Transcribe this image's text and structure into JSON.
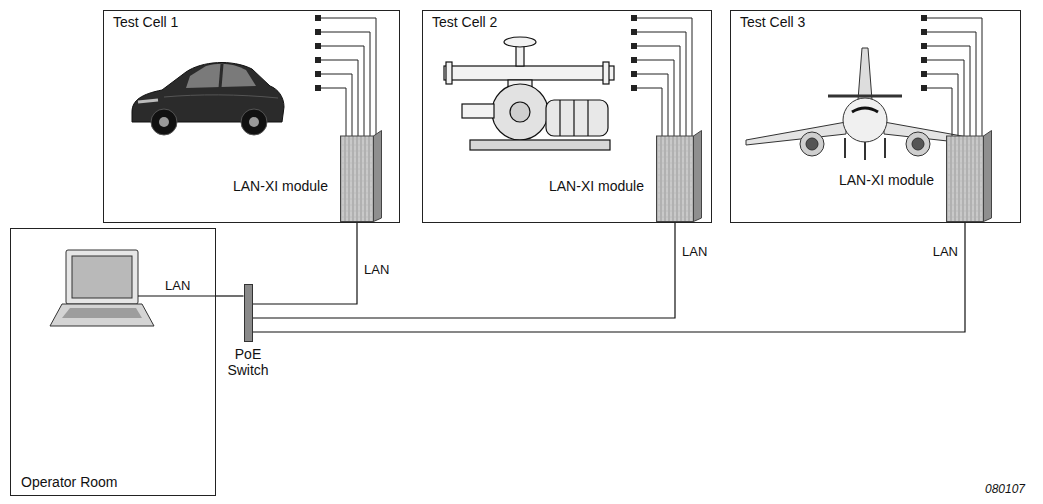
{
  "diagram": {
    "nodes": [
      {
        "text": [
          "Test Cell 1"
        ]
      },
      {
        "text": [
          "LAN-XI module"
        ],
        "in": 0
      },
      {
        "text": [
          "Test Cell 2"
        ]
      },
      {
        "text": [
          "LAN-XI module"
        ],
        "in": 2
      },
      {
        "text": [
          "Test Cell 3"
        ]
      },
      {
        "text": [
          "LAN-XI module"
        ],
        "in": 4
      },
      {
        "text": [
          "Operator Room"
        ]
      },
      {
        "text": [
          "PoE Switch"
        ]
      }
    ],
    "edges": [
      {
        "from": 1,
        "to": 7,
        "label": "LAN",
        "arrow": "none"
      },
      {
        "from": 3,
        "to": 7,
        "label": "LAN",
        "arrow": "none"
      },
      {
        "from": 5,
        "to": 7,
        "label": "LAN",
        "arrow": "none"
      },
      {
        "from": 6,
        "to": 7,
        "label": "LAN",
        "arrow": "none"
      }
    ],
    "labels": [
      "080107"
    ]
  }
}
